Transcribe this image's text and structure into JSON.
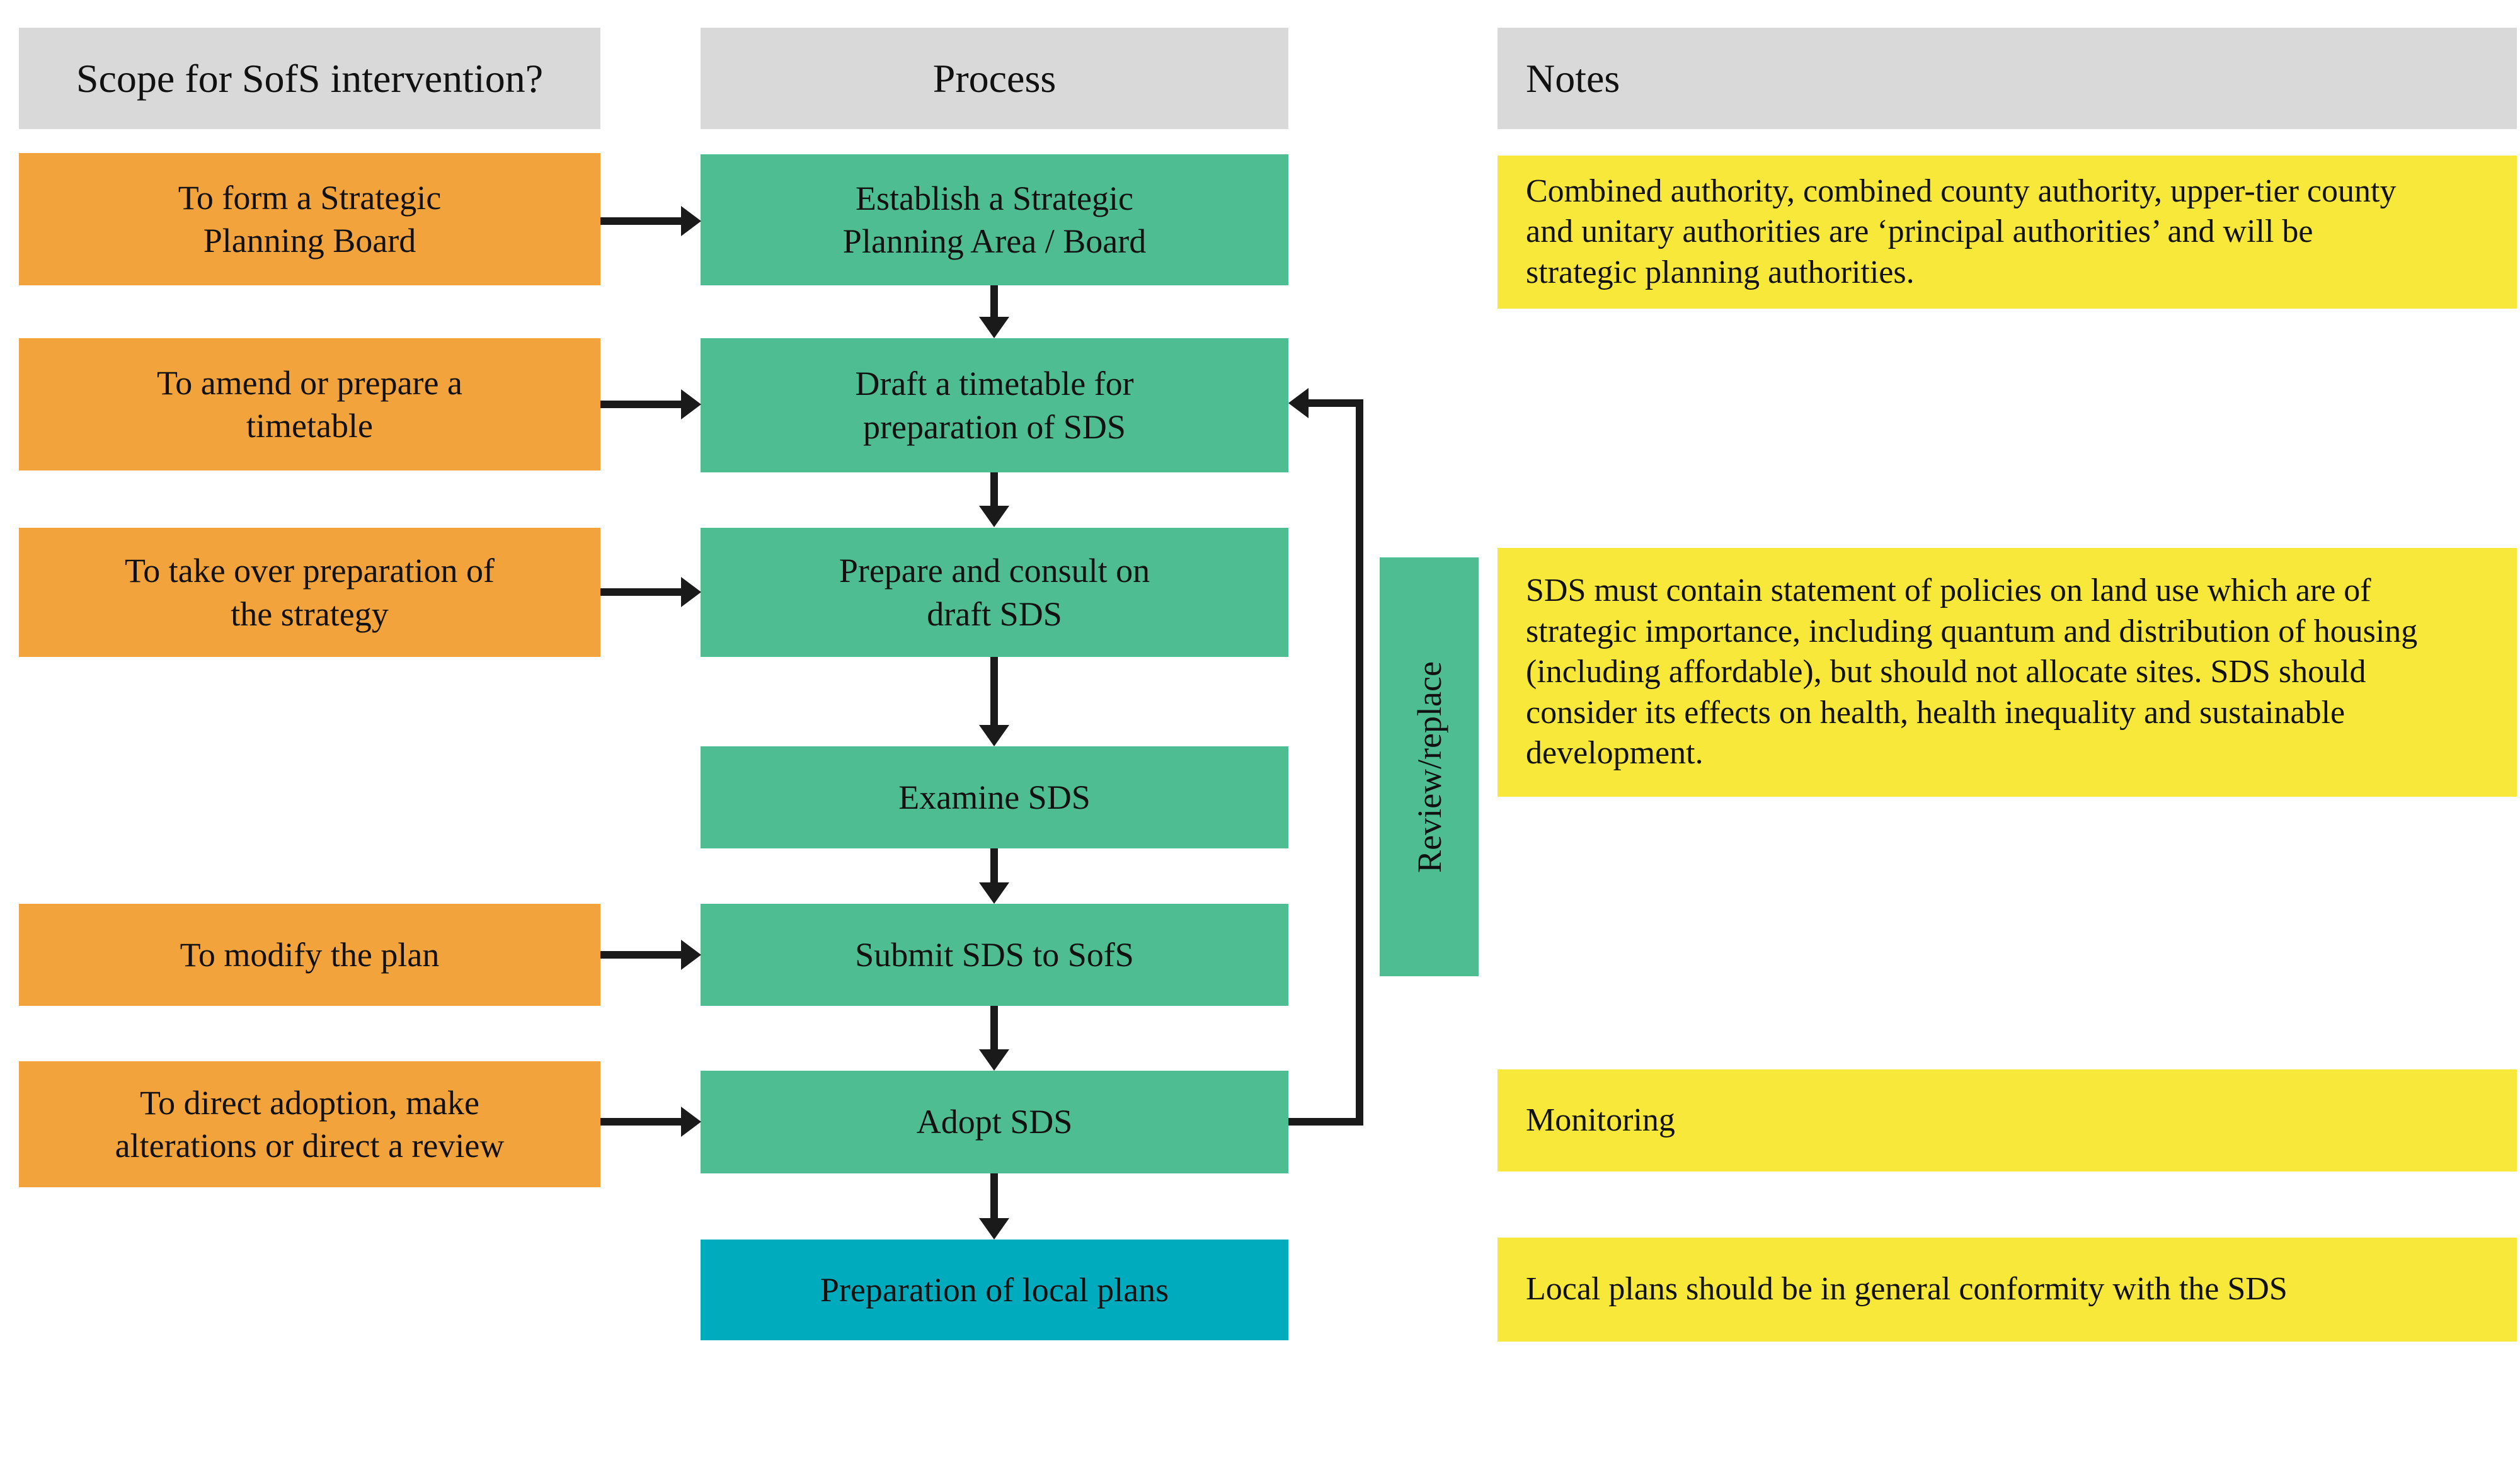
{
  "headers": {
    "scope": "Scope for SofS intervention?",
    "process": "Process",
    "notes": "Notes"
  },
  "scope_boxes": [
    {
      "label": "To form a Strategic Planning Board"
    },
    {
      "label": "To amend or prepare a timetable"
    },
    {
      "label": "To take over preparation of the strategy"
    },
    {
      "label": "To modify the plan"
    },
    {
      "label": "To direct adoption, make alterations or direct a review"
    }
  ],
  "process_boxes": [
    {
      "label": "Establish a Strategic Planning Area / Board"
    },
    {
      "label": "Draft a timetable for preparation of SDS"
    },
    {
      "label": "Prepare and consult on draft SDS"
    },
    {
      "label": "Examine SDS"
    },
    {
      "label": "Submit SDS to SofS"
    },
    {
      "label": "Adopt SDS"
    },
    {
      "label": "Preparation of local plans"
    }
  ],
  "review_loop": {
    "label": "Review/replace"
  },
  "notes": [
    {
      "text": "Combined authority, combined county authority, upper-tier county and unitary authorities are ‘principal authorities’ and will be strategic planning authorities."
    },
    {
      "text": "SDS must contain statement of policies on land use which are of strategic importance, including quantum and distribution of housing (including affordable), but should not allocate sites. SDS should consider its effects on health, health inequality and sustainable development."
    },
    {
      "text": "Monitoring"
    },
    {
      "text": "Local plans should be in general conformity with the SDS"
    }
  ],
  "colors": {
    "gray": "#d9d9d9",
    "orange": "#f2a33c",
    "green": "#4fbd92",
    "teal": "#00abbd",
    "yellow": "#f7e83a",
    "arrow": "#1a1a1a"
  }
}
